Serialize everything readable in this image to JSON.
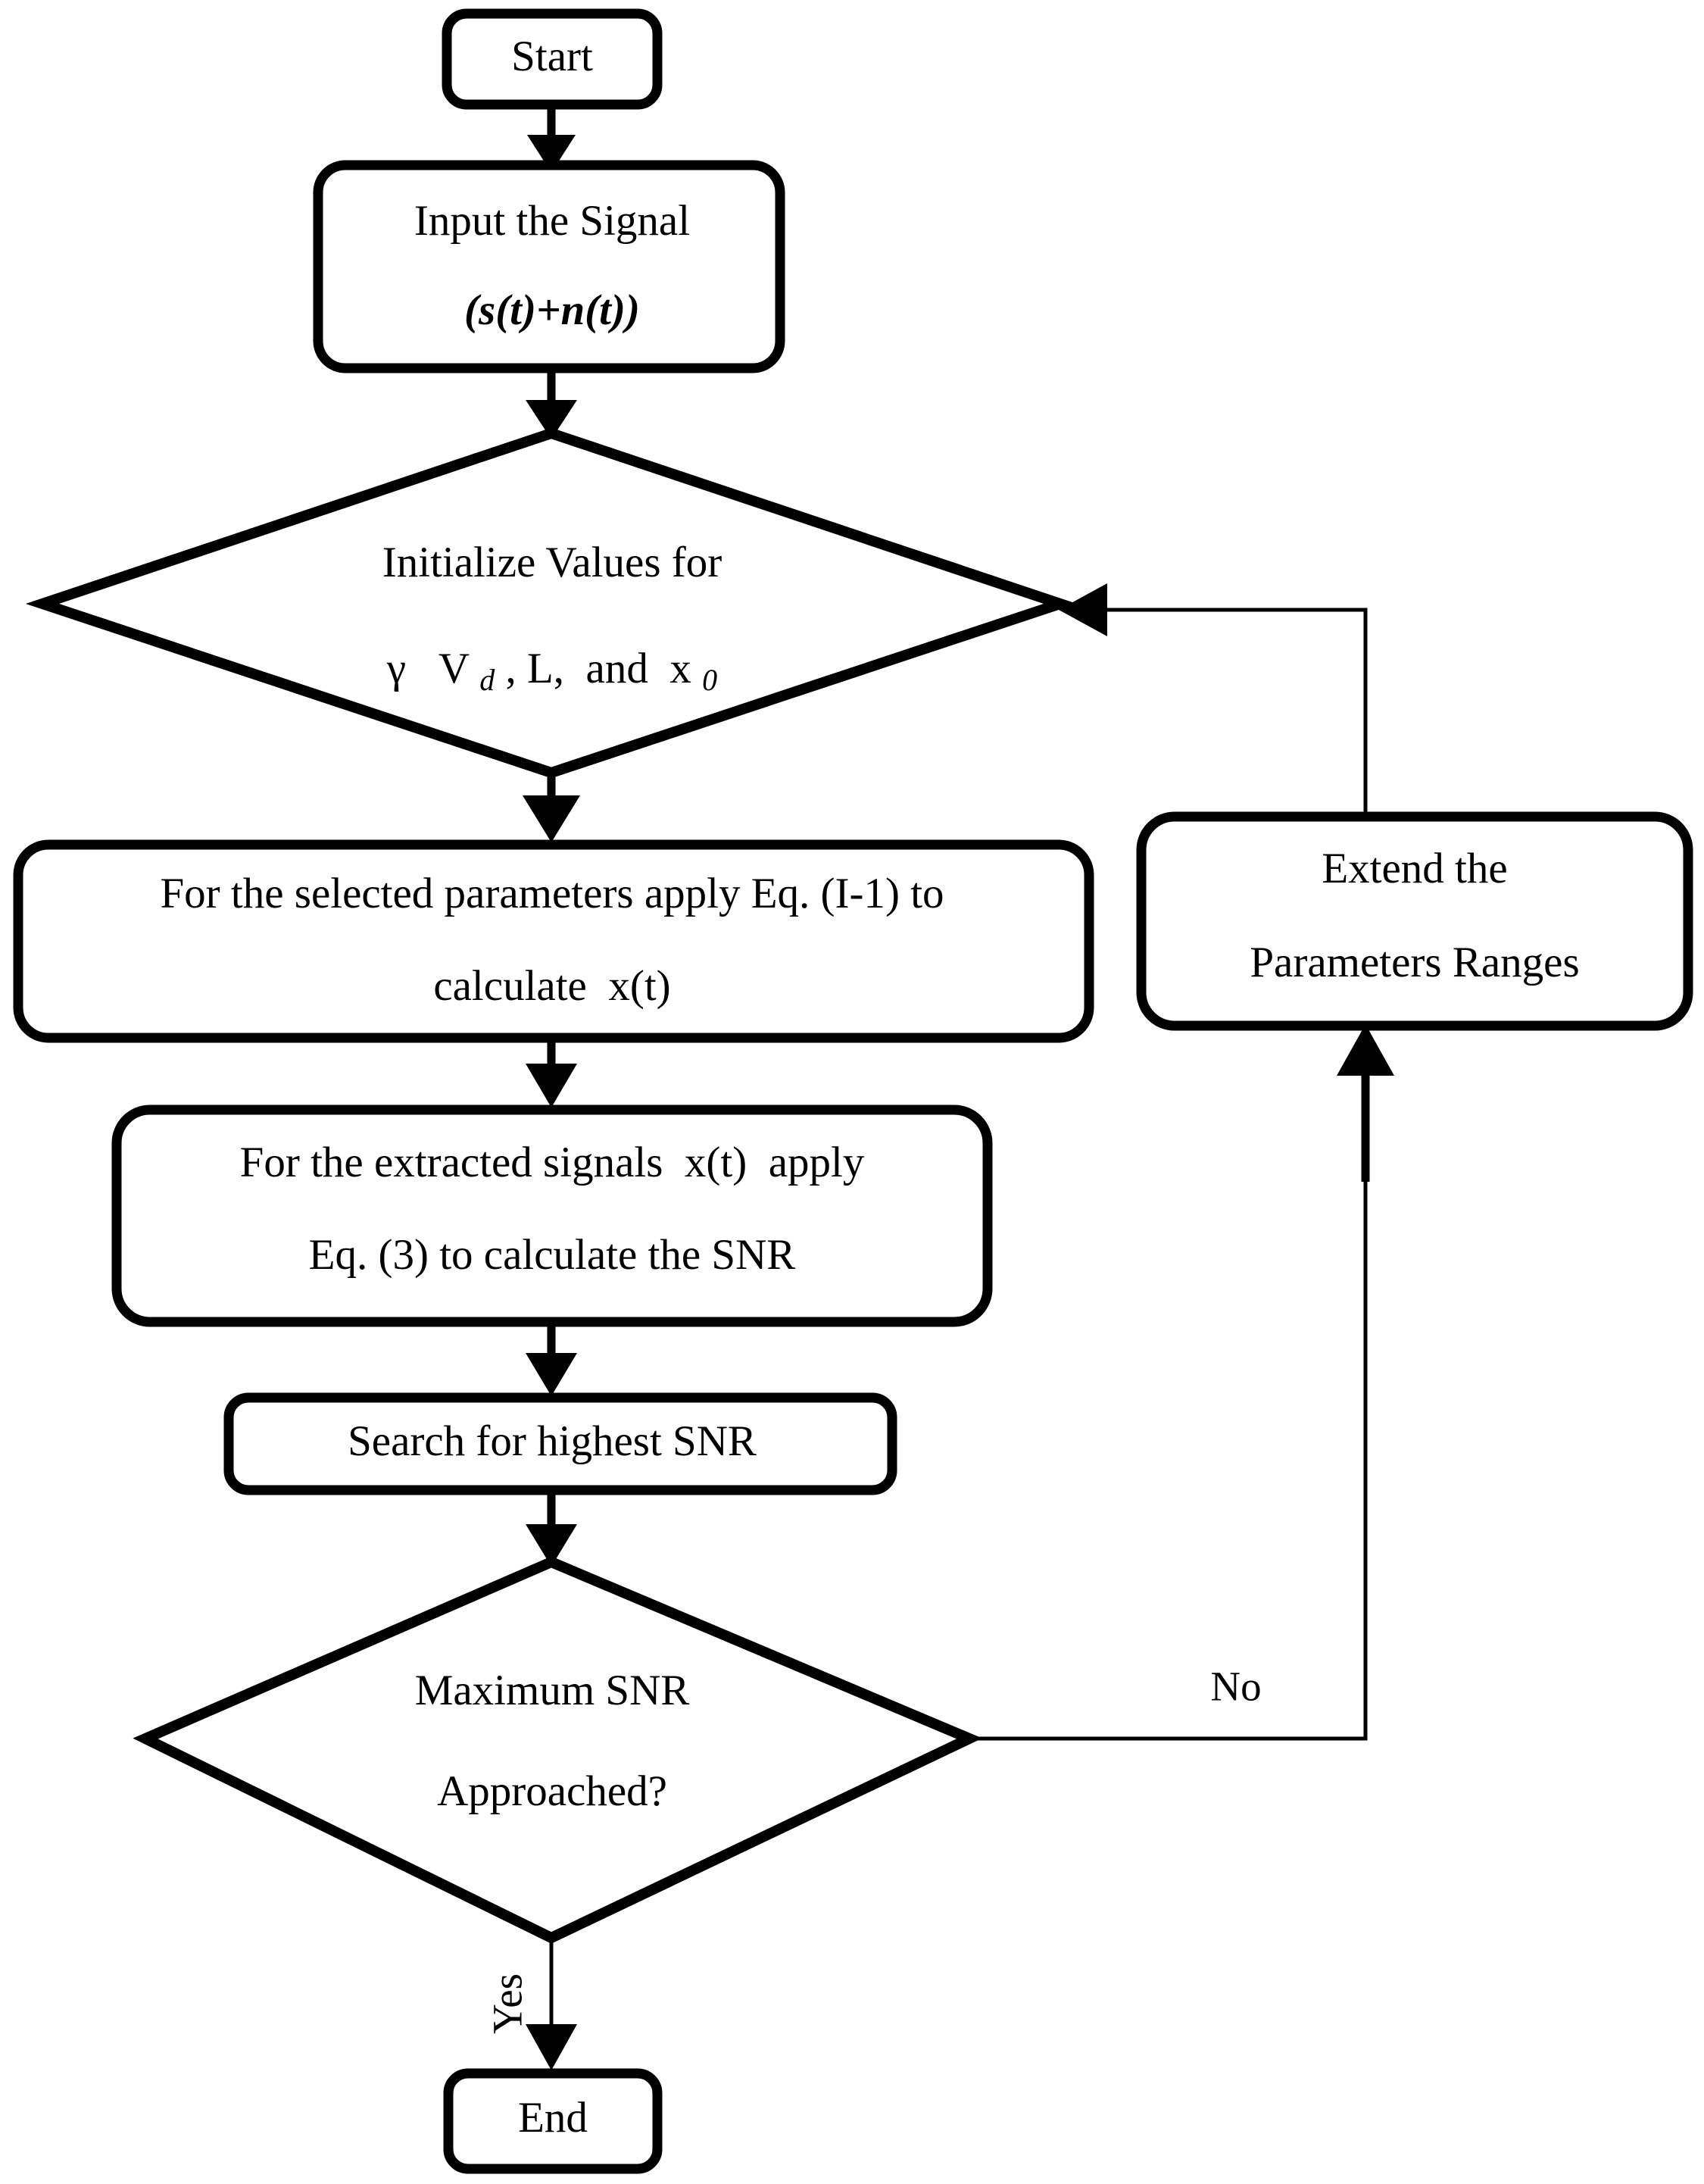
{
  "diagram": {
    "title": "SNR optimization flowchart",
    "type": "flowchart",
    "background_color": "#ffffff",
    "stroke_color": "#000000",
    "nodes": [
      {
        "id": "start",
        "shape": "rounded-rectangle",
        "lines": [
          "Start"
        ]
      },
      {
        "id": "input-signal",
        "shape": "rounded-rectangle",
        "lines": [
          "Input the Signal",
          "(s(t)+n(t))"
        ],
        "line1": "Input the Signal",
        "line2": "(s(t)+n(t))"
      },
      {
        "id": "initialize-values",
        "shape": "diamond",
        "lines": [
          "Initialize Values for",
          "γ Vd, L, and x0"
        ],
        "line1": "Initialize Values for",
        "line2_gamma": "γ",
        "line2_v": "V",
        "line2_v_sub": "d",
        "line2_mid": ", L,",
        "line2_and": " and ",
        "line2_x": "x",
        "line2_x_sub": "0"
      },
      {
        "id": "apply-equation-i1",
        "shape": "rounded-rectangle",
        "lines": [
          "For the selected parameters apply Eq. (I-1) to",
          "calculate x(t)"
        ],
        "line1": "For the selected parameters apply Eq. (I-1) to",
        "line2_prefix": "calculate ",
        "line2_math": "x(t)"
      },
      {
        "id": "calculate-snr",
        "shape": "rounded-rectangle",
        "lines": [
          "For the extracted signals x(t) apply",
          "Eq. (3) to calculate the SNR"
        ],
        "line1_prefix": "For the extracted signals ",
        "line1_math": "x(t)",
        "line1_suffix": " apply",
        "line2": "Eq. (3) to calculate the SNR"
      },
      {
        "id": "search-highest-snr",
        "shape": "rounded-rectangle",
        "lines": [
          "Search for highest SNR"
        ]
      },
      {
        "id": "maximum-snr-approached",
        "shape": "diamond",
        "lines": [
          "Maximum SNR",
          "Approached?"
        ],
        "line1": "Maximum SNR",
        "line2": "Approached?"
      },
      {
        "id": "extend-parameters-ranges",
        "shape": "rounded-rectangle",
        "lines": [
          "Extend the",
          "Parameters Ranges"
        ],
        "line1": "Extend the",
        "line2": "Parameters Ranges"
      },
      {
        "id": "end",
        "shape": "rounded-rectangle",
        "lines": [
          "End"
        ]
      }
    ],
    "edge_labels": {
      "no": "No",
      "yes": "Yes"
    }
  }
}
